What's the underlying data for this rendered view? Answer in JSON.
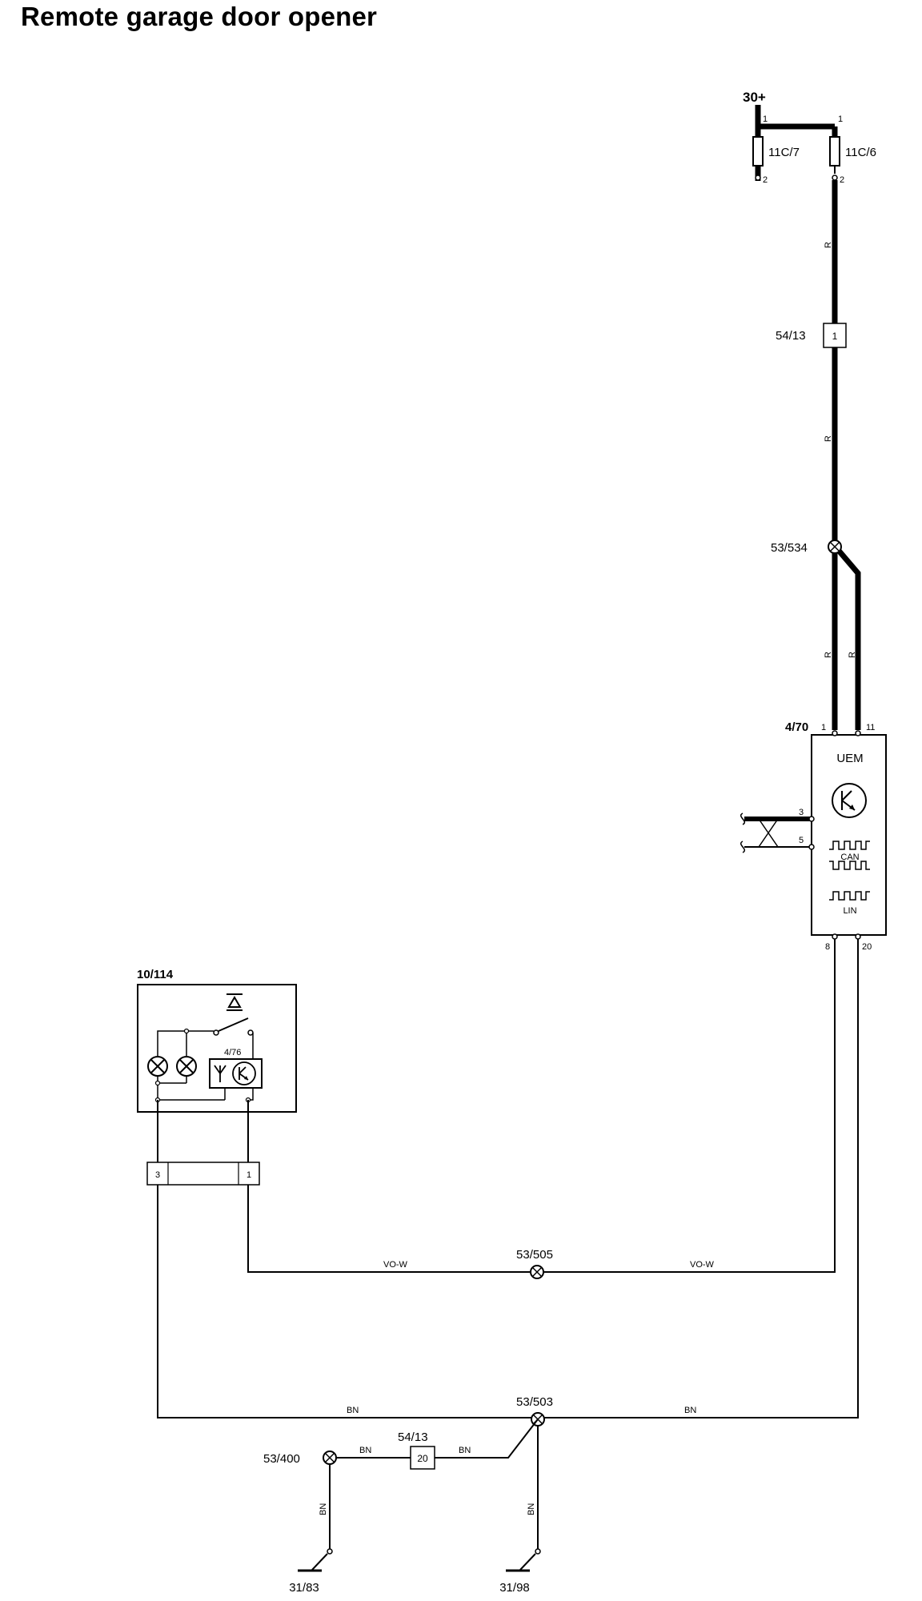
{
  "title": "Remote garage door opener",
  "power": {
    "supply_label": "30+",
    "fuse_left": {
      "id": "11C/7",
      "pin_top": "1",
      "pin_bottom": "2"
    },
    "fuse_right": {
      "id": "11C/6",
      "pin_top": "1",
      "pin_bottom": "2"
    }
  },
  "connectors": {
    "top_connector": {
      "id": "54/13",
      "pin": "1"
    },
    "bottom_connector": {
      "id": "54/13",
      "pin": "20"
    },
    "module_connector": {
      "left_pin": "3",
      "right_pin": "1"
    }
  },
  "splices": {
    "upper": "53/534",
    "signal": "53/505",
    "ground_main": "53/503",
    "ground_left": "53/400"
  },
  "uem": {
    "id": "4/70",
    "name": "UEM",
    "pins": {
      "top_left": "1",
      "top_right": "11",
      "can_high": "3",
      "can_low": "5",
      "bottom_left": "8",
      "bottom_right": "20"
    },
    "can_label": "CAN",
    "lin_label": "LIN"
  },
  "remote_module": {
    "id": "10/114",
    "inner_id": "4/76"
  },
  "wire_colors": {
    "red": "R",
    "signal": "VO-W",
    "ground": "BN"
  },
  "grounds": {
    "left": "31/83",
    "right": "31/98"
  },
  "colors": {
    "wire": "#000000",
    "background": "#ffffff"
  }
}
